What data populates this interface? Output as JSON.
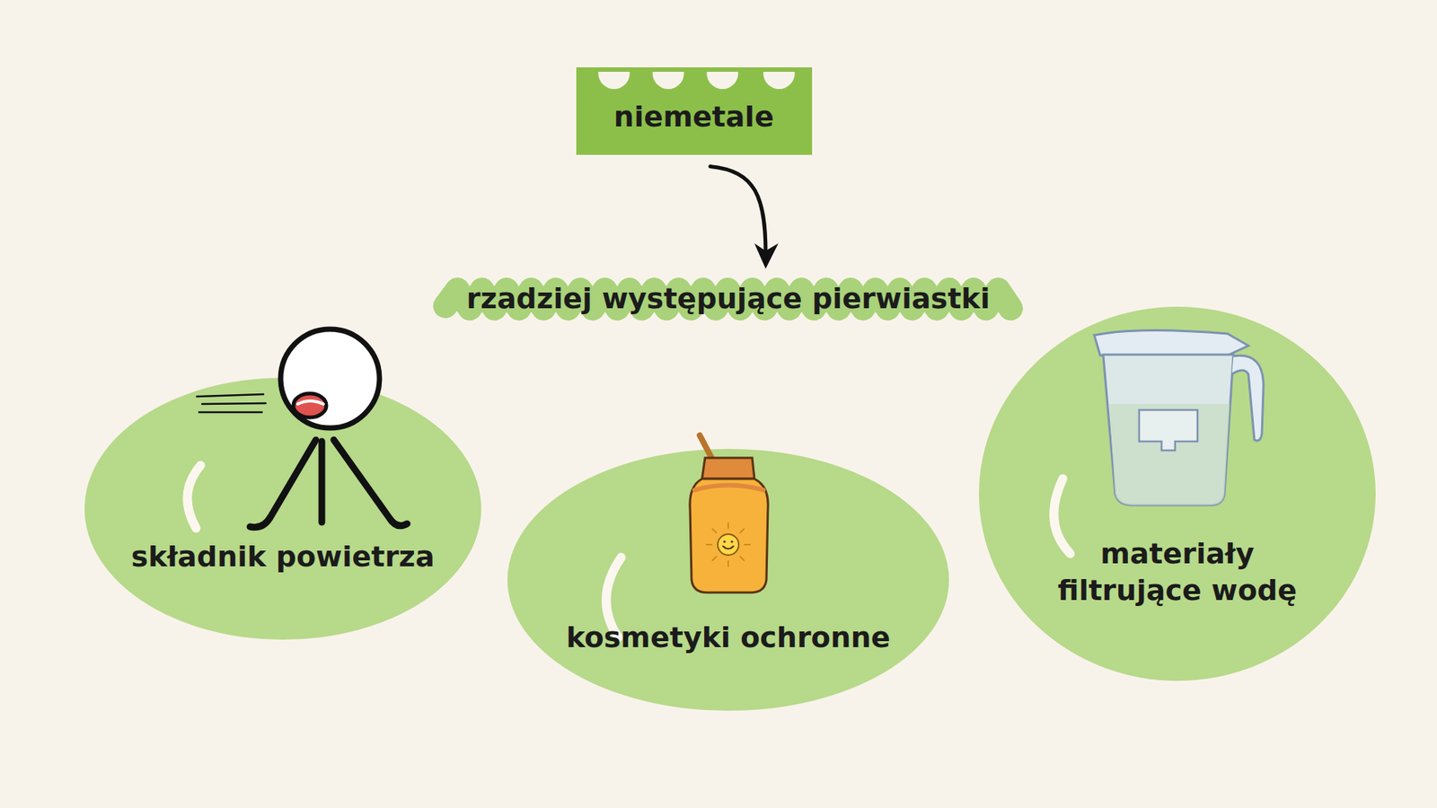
{
  "diagram": {
    "nodes": [
      {
        "text": [
          "niemetale"
        ]
      },
      {
        "text": [
          "rzadziej występujące pierwiastki"
        ]
      },
      {
        "text": [
          "składnik powietrza"
        ]
      },
      {
        "text": [
          "kosmetyki ochronne"
        ]
      },
      {
        "text": [
          "materiały filtrujące wodę"
        ]
      }
    ],
    "edges": [
      {
        "from": 0,
        "to": 1,
        "arrow": "to"
      }
    ]
  }
}
